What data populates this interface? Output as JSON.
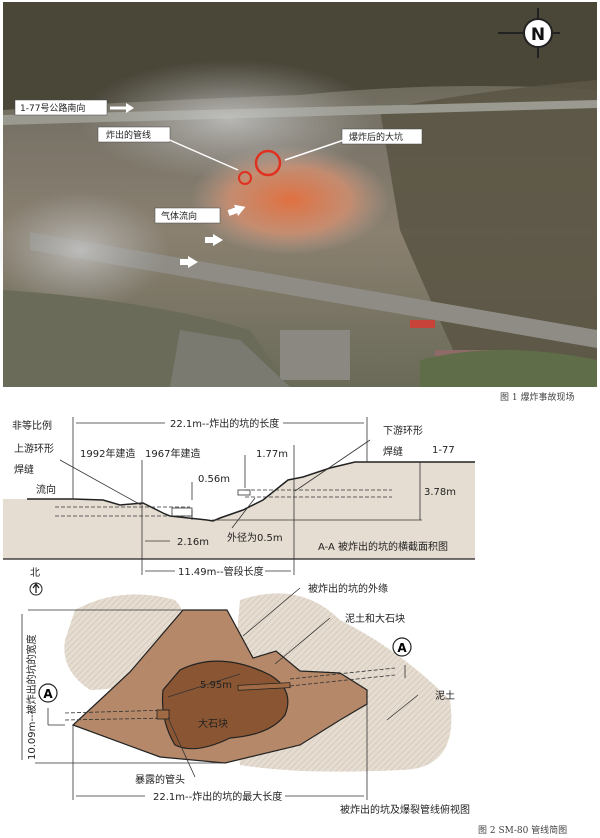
{
  "photo": {
    "labels": {
      "highway": "1-77号公路南向",
      "pipeline": "炸出的管线",
      "crater": "爆炸后的大坑",
      "gas_flow": "气体流向"
    },
    "compass": "N",
    "caption": "图 1   爆炸事故现场"
  },
  "section": {
    "not_to_scale": "非等比例",
    "crater_length": "22.1m--炸出的坑的长度",
    "upstream_weld_1": "上游环形",
    "upstream_weld_2": "焊缝",
    "built_1992": "1992年建造",
    "built_1967": "1967年建造",
    "downstream_weld_1": "下游环形",
    "downstream_weld_2": "焊缝",
    "i77": "1-77",
    "flow": "流向",
    "d056": "0.56m",
    "d177": "1.77m",
    "d378": "3.78m",
    "d216": "2.16m",
    "outer_diameter": "外径为0.5m",
    "title": "A-A 被炸出的坑的横截面积图"
  },
  "plan": {
    "segment_length": "11.49m--管段长度",
    "north": "北",
    "crater_edge": "被炸出的坑的外缘",
    "soil_rocks": "泥土和大石块",
    "soil": "泥土",
    "width": "10.09m--被炸出的坑的宽度",
    "d595": "5.95m",
    "boulder": "大石块",
    "exposed_end": "暴露的管头",
    "max_length": "22.1m--炸出的坑的最大长度",
    "section_mark": "A",
    "title": "被炸出的坑及爆裂管线俯视图"
  },
  "caption2": "图 2   SM-80 管线简图"
}
